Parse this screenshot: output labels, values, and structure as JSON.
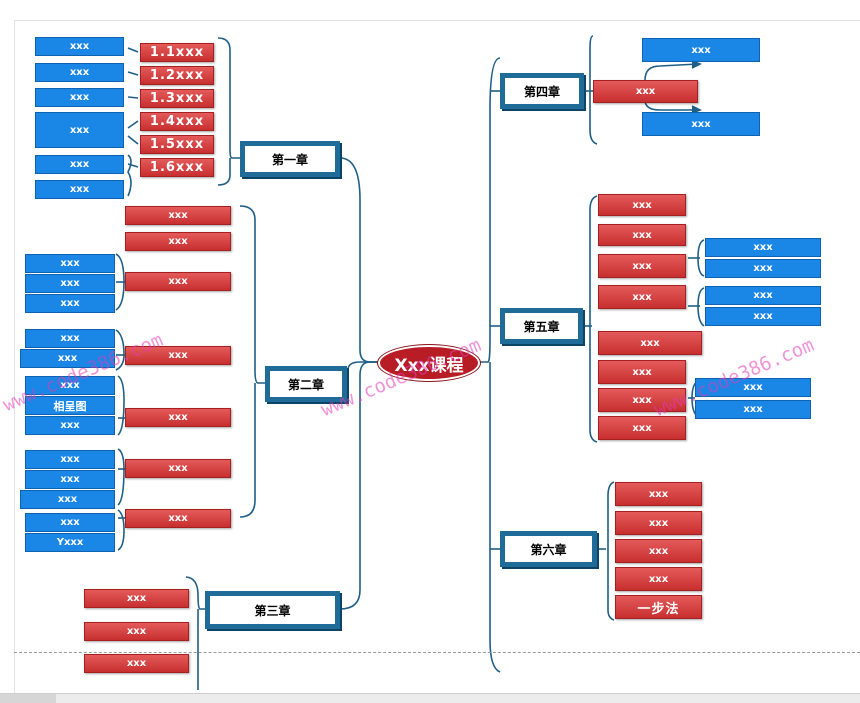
{
  "center": {
    "label": "Xxx课程"
  },
  "chapters": {
    "ch1": "第一章",
    "ch2": "第二章",
    "ch3": "第三章",
    "ch4": "第四章",
    "ch5": "第五章",
    "ch6": "第六章"
  },
  "ch1": {
    "sections": [
      "1.1xxx",
      "1.2xxx",
      "1.3xxx",
      "1.4xxx",
      "1.5xxx",
      "1.6xxx"
    ],
    "leaves": [
      "xxx",
      "xxx",
      "xxx",
      "xxx",
      "xxx",
      "xxx"
    ]
  },
  "ch2": {
    "reds": [
      "xxx",
      "xxx",
      "xxx",
      "xxx",
      "xxx",
      "xxx",
      "xxx"
    ],
    "blues": [
      "xxx",
      "xxx",
      "xxx",
      "xxx",
      "xxx",
      "xxx",
      "相呈图",
      "xxx",
      "xxx",
      "xxx",
      "xxx",
      "xxx",
      "Yxxx"
    ]
  },
  "ch3": {
    "reds": [
      "xxx",
      "xxx",
      "xxx"
    ]
  },
  "ch4": {
    "red": "xxx",
    "blues": [
      "xxx",
      "xxx"
    ]
  },
  "ch5": {
    "reds": [
      "xxx",
      "xxx",
      "xxx",
      "xxx",
      "xxx",
      "xxx",
      "xxx",
      "xxx"
    ],
    "blues": [
      "xxx",
      "xxx",
      "xxx",
      "xxx",
      "xxx",
      "xxx"
    ]
  },
  "ch6": {
    "reds": [
      "xxx",
      "xxx",
      "xxx",
      "xxx",
      "一步法"
    ]
  },
  "watermark": "www.code386.com",
  "colors": {
    "blue": "#1a86e6",
    "red": "#c82f2f",
    "chapter_border": "#1f6c99",
    "center": "#b81c24",
    "line": "#1f5f86"
  }
}
